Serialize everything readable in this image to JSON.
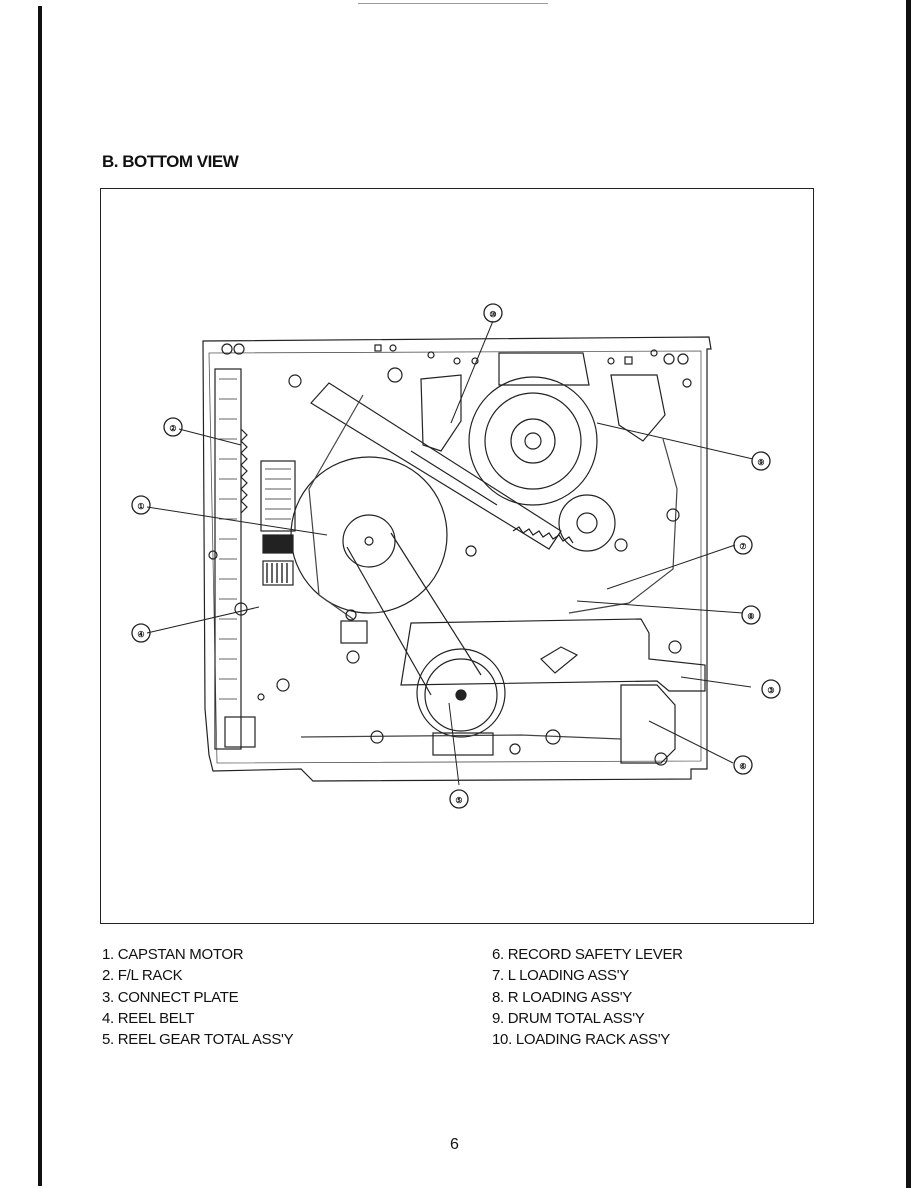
{
  "page": {
    "section_title": "B. BOTTOM VIEW",
    "page_number": "6"
  },
  "callouts": [
    "①",
    "②",
    "③",
    "④",
    "⑤",
    "⑥",
    "⑦",
    "⑧",
    "⑨",
    "⑩"
  ],
  "legend": {
    "left": [
      "1. CAPSTAN MOTOR",
      "2. F/L RACK",
      "3. CONNECT PLATE",
      "4. REEL BELT",
      "5. REEL GEAR TOTAL ASS'Y"
    ],
    "right": [
      "6. RECORD SAFETY LEVER",
      "7. L LOADING ASS'Y",
      "8. R LOADING ASS'Y",
      "9. DRUM TOTAL ASS'Y",
      "10. LOADING RACK ASS'Y"
    ]
  }
}
